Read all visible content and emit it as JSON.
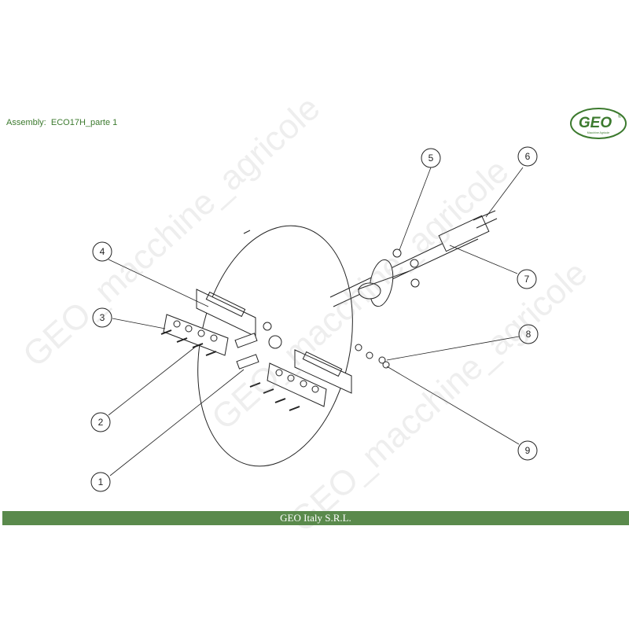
{
  "header": {
    "assembly_label": "Assembly:",
    "assembly_name": "ECO17H_parte 1"
  },
  "logo": {
    "text": "GEO",
    "registered": "®",
    "tagline": "Macchine Agricole",
    "color": "#3c7a2e"
  },
  "footer": {
    "company": "GEO Italy S.R.L.",
    "color": "#5a8a4c"
  },
  "watermark": {
    "text": "GEO_macchine_agricole"
  },
  "callouts": [
    {
      "label": "1"
    },
    {
      "label": "2"
    },
    {
      "label": "3"
    },
    {
      "label": "4"
    },
    {
      "label": "5"
    },
    {
      "label": "6"
    },
    {
      "label": "7"
    },
    {
      "label": "8"
    },
    {
      "label": "9"
    }
  ]
}
